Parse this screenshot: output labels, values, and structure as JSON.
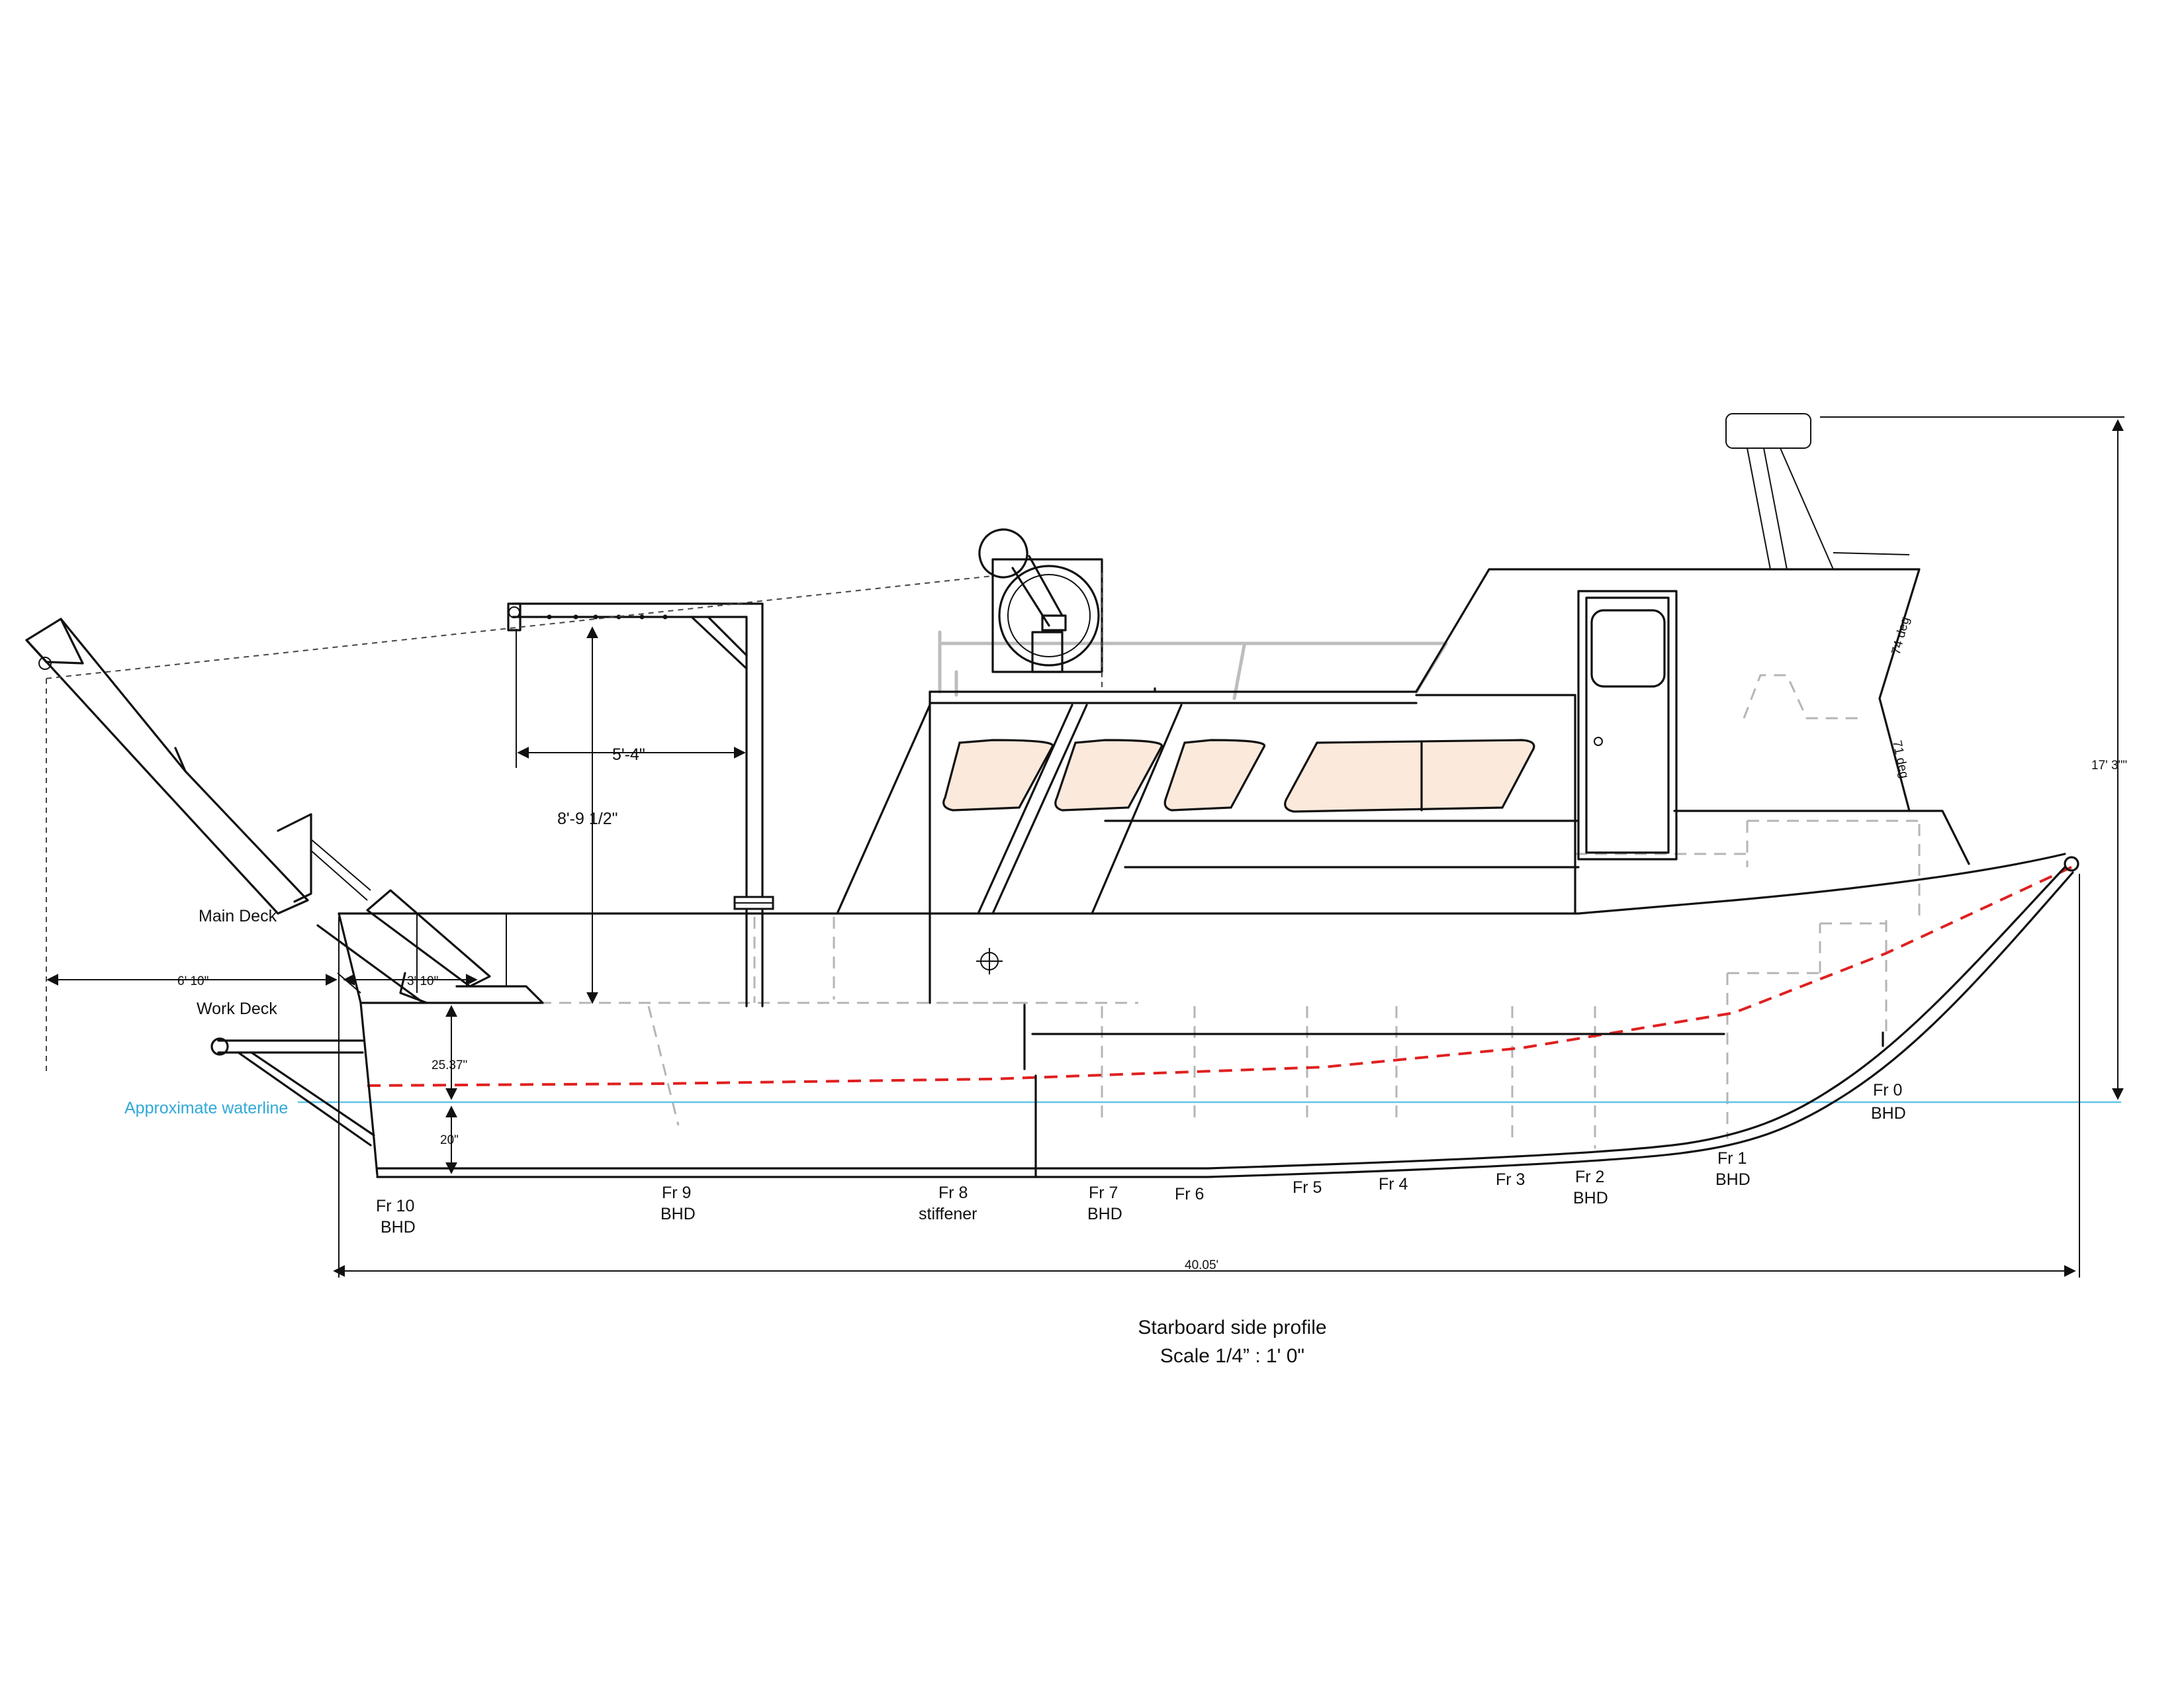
{
  "title_lines": [
    "Starboard side profile",
    "Scale 1/4” : 1' 0\""
  ],
  "waterline_label": "Approximate waterline",
  "colors": {
    "waterline": "#5fc5e6",
    "sheer_line": "#e02020",
    "window_fill": "#fbe9db",
    "hidden_lines": "#b5b5b5"
  },
  "deck_labels": {
    "main": "Main Deck",
    "work": "Work Deck"
  },
  "dimensions": {
    "crane_reach": "5'-4\"",
    "crane_height": "8'-9 1/2\"",
    "overhang": "6' 10\"",
    "ramp": "3' 10\"",
    "freeboard": "25.37\"",
    "draft": "20\"",
    "overall_length": "40.05'",
    "overall_height": "17' 3\"\"",
    "angle_upper": "74 deg",
    "angle_lower": "71 deg"
  },
  "frames": [
    {
      "l1": "Fr 10",
      "l2": "BHD"
    },
    {
      "l1": "Fr 9",
      "l2": "BHD"
    },
    {
      "l1": "Fr 8",
      "l2": "stiffener"
    },
    {
      "l1": "Fr 7",
      "l2": "BHD"
    },
    {
      "l1": "Fr 6",
      "l2": ""
    },
    {
      "l1": "Fr 5",
      "l2": ""
    },
    {
      "l1": "Fr 4",
      "l2": ""
    },
    {
      "l1": "Fr 3",
      "l2": ""
    },
    {
      "l1": "Fr 2",
      "l2": "BHD"
    },
    {
      "l1": "Fr 1",
      "l2": "BHD"
    },
    {
      "l1": "Fr 0",
      "l2": "BHD"
    }
  ]
}
